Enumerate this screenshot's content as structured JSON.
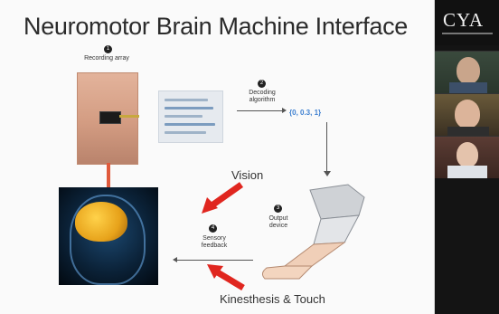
{
  "slide": {
    "title": "Neuromotor Brain Machine Interface",
    "steps": {
      "recording": {
        "num": "1",
        "label": "Recording array"
      },
      "decoding": {
        "num": "2",
        "label": "Decoding algorithm"
      },
      "output": {
        "num": "3",
        "label": "Output device"
      },
      "sensory": {
        "num": "4",
        "label": "Sensory feedback"
      }
    },
    "decoded_values": "{0, 0.3, 1}",
    "vision_label": "Vision",
    "kinesthesis_label": "Kinesthesis & Touch"
  },
  "side_panel": {
    "logo": "CYA",
    "participants": [
      "participant-1",
      "participant-2",
      "participant-3"
    ]
  },
  "colors": {
    "slide_bg": "#fafafa",
    "panel_bg": "#141414",
    "red_arrow": "#e0261f",
    "accent_blue": "#3d7fd0"
  }
}
